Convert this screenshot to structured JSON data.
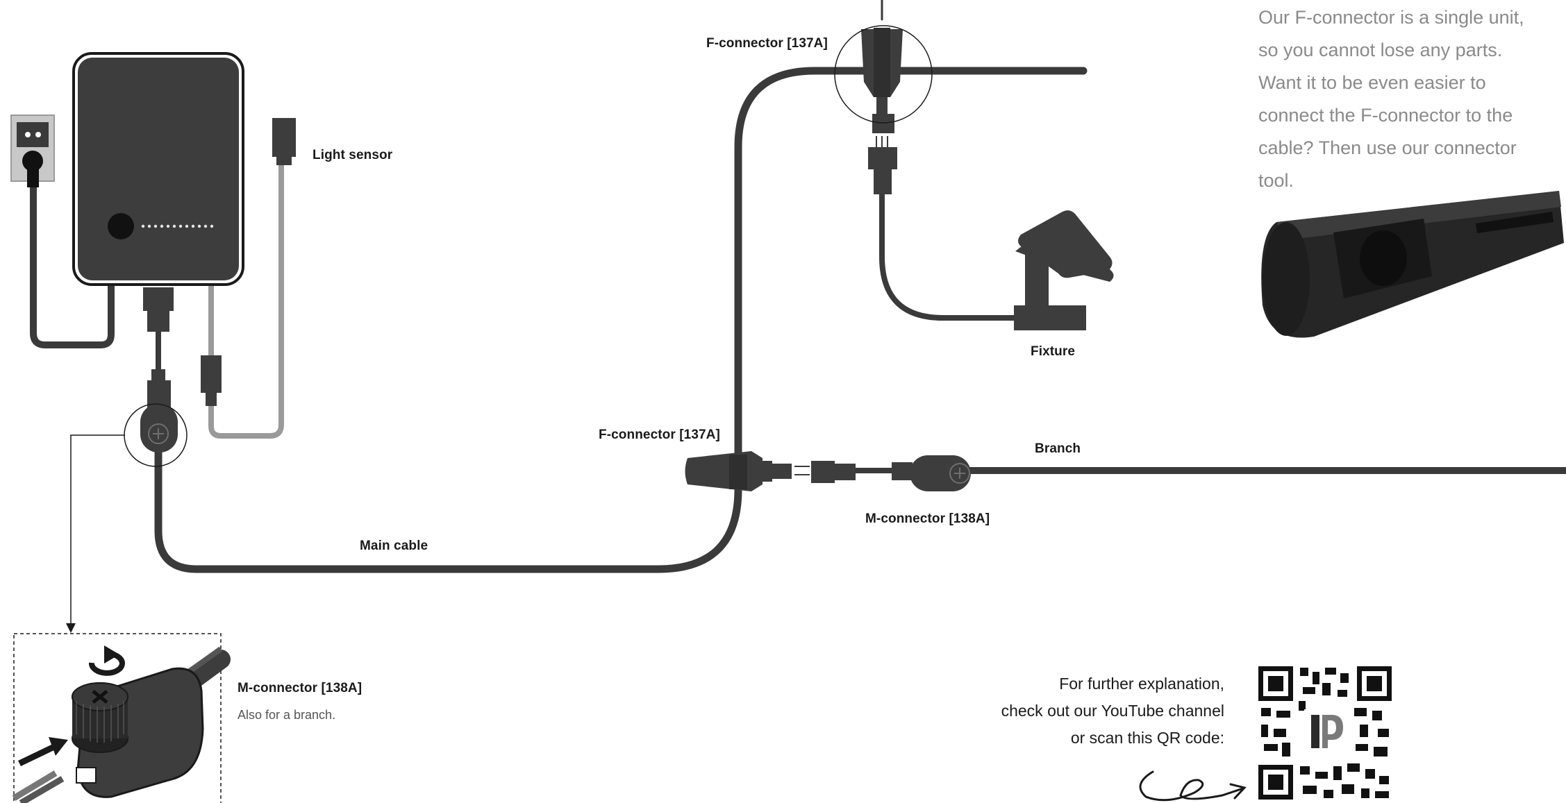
{
  "labels": {
    "light_sensor": "Light sensor",
    "f_connector_top": "F-connector [137A]",
    "f_connector_mid": "F-connector [137A]",
    "fixture": "Fixture",
    "branch": "Branch",
    "m_connector_mid": "M-connector [138A]",
    "main_cable": "Main cable",
    "m_connector_detail": "M-connector [138A]",
    "m_connector_detail_note": "Also for a branch."
  },
  "tool_note": {
    "lines": [
      "Our F-connector is a single unit,",
      "so you cannot lose any parts.",
      "Want it to be even easier to",
      "connect the F-connector to the",
      "cable? Then use our connector",
      "tool."
    ]
  },
  "qr_note": {
    "lines": [
      "For further explanation,",
      "check out our YouTube channel",
      "or scan this QR code:"
    ]
  },
  "colors": {
    "cable_dark": "#3a3a3a",
    "cable_light": "#9a9a9a",
    "housing": "#3d3d3d",
    "text_muted": "#8a8a8a"
  },
  "icons": {
    "outlet": "wall-outlet-icon",
    "rotate": "rotate-arrow-icon",
    "insert": "insert-arrow-icon",
    "plus": "plus-screw-icon",
    "qr": "qr-code-icon",
    "swirl": "swirl-arrow-icon"
  }
}
